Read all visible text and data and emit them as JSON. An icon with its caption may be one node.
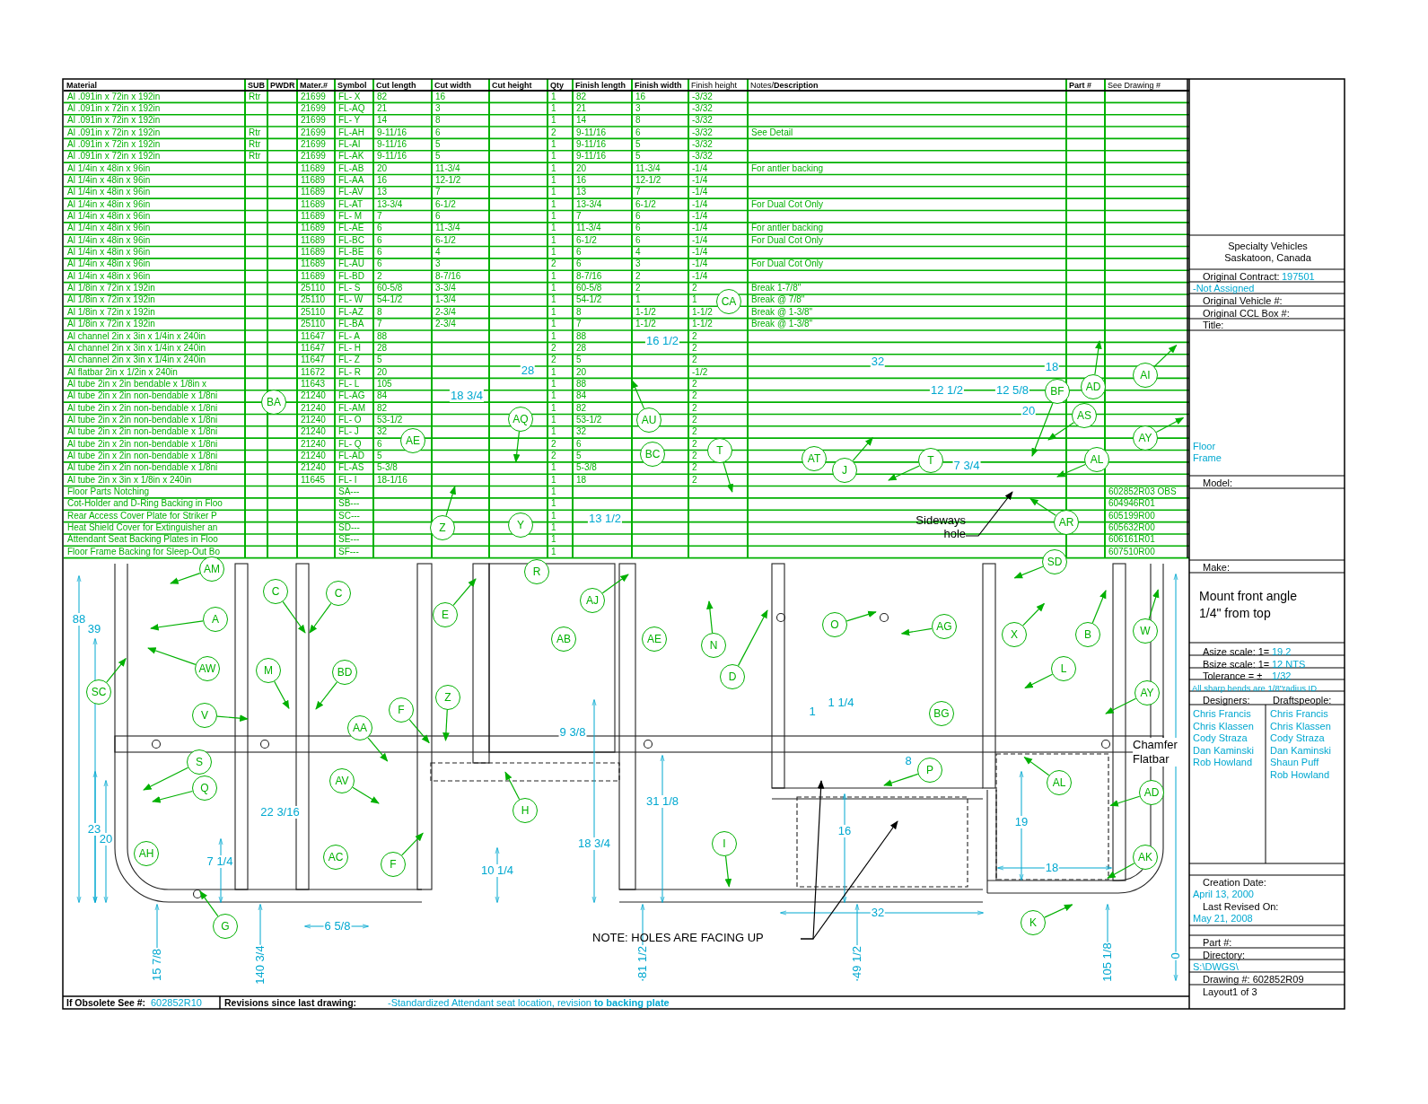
{
  "diagram": {
    "nodes": [
      {
        "text": [
          "CA"
        ]
      },
      {
        "text": [
          "BA"
        ]
      },
      {
        "text": [
          "BF"
        ]
      },
      {
        "text": [
          "AD"
        ]
      },
      {
        "text": [
          "AI"
        ]
      },
      {
        "text": [
          "AS"
        ]
      },
      {
        "text": [
          "AQ"
        ]
      },
      {
        "text": [
          "AU"
        ]
      },
      {
        "text": [
          "AY"
        ]
      },
      {
        "text": [
          "AE"
        ]
      },
      {
        "text": [
          "T"
        ]
      },
      {
        "text": [
          "BC"
        ]
      },
      {
        "text": [
          "AL"
        ]
      },
      {
        "text": [
          "AT"
        ]
      },
      {
        "text": [
          "T"
        ]
      },
      {
        "text": [
          "J"
        ]
      },
      {
        "text": [
          "Z"
        ]
      },
      {
        "text": [
          "Y"
        ]
      },
      {
        "text": [
          "AR"
        ]
      },
      {
        "text": [
          "Sideways hole"
        ]
      },
      {
        "text": [
          "SD"
        ]
      },
      {
        "text": [
          "R"
        ]
      },
      {
        "text": [
          "AM"
        ]
      },
      {
        "text": [
          "C"
        ]
      },
      {
        "text": [
          "C"
        ]
      },
      {
        "text": [
          "AJ"
        ]
      },
      {
        "text": [
          "E"
        ]
      },
      {
        "text": [
          "A"
        ]
      },
      {
        "text": [
          "O"
        ]
      },
      {
        "text": [
          "AG"
        ]
      },
      {
        "text": [
          "W"
        ]
      },
      {
        "text": [
          "X"
        ]
      },
      {
        "text": [
          "B"
        ]
      },
      {
        "text": [
          "AB"
        ]
      },
      {
        "text": [
          "AE"
        ]
      },
      {
        "text": [
          "N"
        ]
      },
      {
        "text": [
          "AW"
        ]
      },
      {
        "text": [
          "M"
        ]
      },
      {
        "text": [
          "BD"
        ]
      },
      {
        "text": [
          "D"
        ]
      },
      {
        "text": [
          "L"
        ]
      },
      {
        "text": [
          "AY"
        ]
      },
      {
        "text": [
          "SC"
        ]
      },
      {
        "text": [
          "Z"
        ]
      },
      {
        "text": [
          "F"
        ]
      },
      {
        "text": [
          "BG"
        ]
      },
      {
        "text": [
          "V"
        ]
      },
      {
        "text": [
          "AA"
        ]
      },
      {
        "text": [
          "S"
        ]
      },
      {
        "text": [
          "P"
        ]
      },
      {
        "text": [
          "AV"
        ]
      },
      {
        "text": [
          "AL"
        ]
      },
      {
        "text": [
          "Q"
        ]
      },
      {
        "text": [
          "AD"
        ]
      },
      {
        "text": [
          "H"
        ]
      },
      {
        "text": [
          "I"
        ]
      },
      {
        "text": [
          "AK"
        ]
      },
      {
        "text": [
          "AH"
        ]
      },
      {
        "text": [
          "AC"
        ]
      },
      {
        "text": [
          "F"
        ]
      },
      {
        "text": [
          "G"
        ]
      },
      {
        "text": [
          "K"
        ]
      },
      {
        "text": [
          "NOTE: HOLES ARE FACING UP"
        ]
      }
    ],
    "edges": [
      {
        "from": 2,
        "to": null,
        "arrow": "to"
      },
      {
        "from": 3,
        "to": null,
        "arrow": "to"
      },
      {
        "from": 4,
        "to": null,
        "arrow": "to"
      },
      {
        "from": 5,
        "to": null,
        "arrow": "to"
      },
      {
        "from": 6,
        "to": null,
        "arrow": "to"
      },
      {
        "from": 7,
        "to": null,
        "arrow": "to"
      },
      {
        "from": 8,
        "to": null,
        "arrow": "to"
      },
      {
        "from": 10,
        "to": null,
        "arrow": "to"
      },
      {
        "from": 12,
        "to": null,
        "arrow": "to"
      },
      {
        "from": 14,
        "to": null,
        "arrow": "to"
      },
      {
        "from": 15,
        "to": null,
        "arrow": "to"
      },
      {
        "from": 16,
        "to": null,
        "arrow": "to"
      },
      {
        "from": 18,
        "to": null,
        "arrow": "to"
      },
      {
        "from": 19,
        "to": null,
        "arrow": "to",
        "color": "#000000"
      },
      {
        "from": 20,
        "to": null,
        "arrow": "to"
      },
      {
        "from": 22,
        "to": null,
        "arrow": "to"
      },
      {
        "from": 23,
        "to": null,
        "arrow": "to"
      },
      {
        "from": 24,
        "to": null,
        "arrow": "to"
      },
      {
        "from": 25,
        "to": null,
        "arrow": "to"
      },
      {
        "from": 26,
        "to": null,
        "arrow": "to"
      },
      {
        "from": 27,
        "to": null,
        "arrow": "to"
      },
      {
        "from": 28,
        "to": null,
        "arrow": "to"
      },
      {
        "from": 29,
        "to": null,
        "arrow": "to"
      },
      {
        "from": 30,
        "to": null,
        "arrow": "to"
      },
      {
        "from": 31,
        "to": null,
        "arrow": "to"
      },
      {
        "from": 32,
        "to": null,
        "arrow": "to"
      },
      {
        "from": 35,
        "to": null,
        "arrow": "to"
      },
      {
        "from": 36,
        "to": null,
        "arrow": "to"
      },
      {
        "from": 37,
        "to": null,
        "arrow": "to"
      },
      {
        "from": 38,
        "to": null,
        "arrow": "to"
      },
      {
        "from": 39,
        "to": null,
        "arrow": "to"
      },
      {
        "from": 40,
        "to": null,
        "arrow": "to"
      },
      {
        "from": 41,
        "to": null,
        "arrow": "to"
      },
      {
        "from": 42,
        "to": null,
        "arrow": "to"
      },
      {
        "from": 43,
        "to": null,
        "arrow": "to"
      },
      {
        "from": 44,
        "to": null,
        "arrow": "to"
      },
      {
        "from": 46,
        "to": null,
        "arrow": "to"
      },
      {
        "from": 47,
        "to": null,
        "arrow": "to"
      },
      {
        "from": 48,
        "to": null,
        "arrow": "to"
      },
      {
        "from": 49,
        "to": null,
        "arrow": "to"
      },
      {
        "from": 50,
        "to": null,
        "arrow": "to"
      },
      {
        "from": 51,
        "to": null,
        "arrow": "to"
      },
      {
        "from": 52,
        "to": null,
        "arrow": "to"
      },
      {
        "from": 53,
        "to": null,
        "arrow": "to"
      },
      {
        "from": 54,
        "to": null,
        "arrow": "to"
      },
      {
        "from": 55,
        "to": null,
        "arrow": "to"
      },
      {
        "from": 56,
        "to": null,
        "arrow": "to"
      },
      {
        "from": 59,
        "to": null,
        "arrow": "to"
      },
      {
        "from": 60,
        "to": null,
        "arrow": "to"
      },
      {
        "from": 61,
        "to": null,
        "arrow": "to"
      },
      {
        "from": 62,
        "to": null,
        "arrow": "to",
        "color": "#000000"
      },
      {
        "from": 62,
        "to": null,
        "arrow": "to",
        "color": "#000000"
      }
    ],
    "labels": [
      "Material",
      "SUB",
      "PWDR",
      "Mater.#",
      "Symbol",
      "Cut length",
      "Cut width",
      "Cut height",
      "Qty",
      "Finish length",
      "Finish width",
      "Finish height",
      "Notes/**Description**",
      "Part #",
      "See Drawing #",
      "Al .091in x 72in x 192in",
      "Rtr",
      "21699",
      "FL- X",
      "82",
      "16",
      "1",
      "82",
      "16",
      "-3/32",
      "Al .091in x 72in x 192in",
      "21699",
      "FL-AQ",
      "21",
      "3",
      "1",
      "21",
      "3",
      "-3/32",
      "Al .091in x 72in x 192in",
      "21699",
      "FL- Y",
      "14",
      "8",
      "1",
      "14",
      "8",
      "-3/32",
      "Al .091in x 72in x 192in",
      "Rtr",
      "21699",
      "FL-AH",
      "9-11/16",
      "6",
      "2",
      "9-11/16",
      "6",
      "-3/32",
      "See Detail",
      "Al .091in x 72in x 192in",
      "Rtr",
      "21699",
      "FL-AI",
      "9-11/16",
      "5",
      "1",
      "9-11/16",
      "5",
      "-3/32",
      "Al .091in x 72in x 192in",
      "Rtr",
      "21699",
      "FL-AK",
      "9-11/16",
      "5",
      "1",
      "9-11/16",
      "5",
      "-3/32",
      "Al 1/4in x 48in x 96in",
      "11689",
      "FL-AB",
      "20",
      "11-3/4",
      "1",
      "20",
      "11-3/4",
      "-1/4",
      "For antler backing",
      "Al 1/4in x 48in x 96in",
      "11689",
      "FL-AA",
      "16",
      "12-1/2",
      "1",
      "16",
      "12-1/2",
      "-1/4",
      "Al 1/4in x 48in x 96in",
      "11689",
      "FL-AV",
      "13",
      "7",
      "1",
      "13",
      "7",
      "-1/4",
      "Al 1/4in x 48in x 96in",
      "11689",
      "FL-AT",
      "13-3/4",
      "6-1/2",
      "1",
      "13-3/4",
      "6-1/2",
      "-1/4",
      "For Dual Cot Only",
      "Al 1/4in x 48in x 96in",
      "11689",
      "FL- M",
      "7",
      "6",
      "1",
      "7",
      "6",
      "-1/4",
      "Al 1/4in x 48in x 96in",
      "11689",
      "FL-AE",
      "6",
      "11-3/4",
      "1",
      "11-3/4",
      "6",
      "-1/4",
      "For antler backing",
      "Al 1/4in x 48in x 96in",
      "11689",
      "FL-BC",
      "6",
      "6-1/2",
      "1",
      "6-1/2",
      "6",
      "-1/4",
      "For Dual Cot Only",
      "Al 1/4in x 48in x 96in",
      "11689",
      "FL-BE",
      "6",
      "4",
      "1",
      "6",
      "4",
      "-1/4",
      "Al 1/4in x 48in x 96in",
      "11689",
      "FL-AU",
      "6",
      "3",
      "2",
      "6",
      "3",
      "-1/4",
      "For Dual Cot Only",
      "Al 1/4in x 48in x 96in",
      "11689",
      "FL-BD",
      "2",
      "8-7/16",
      "1",
      "8-7/16",
      "2",
      "-1/4",
      "Al 1/8in x 72in x 192in",
      "25110",
      "FL- S",
      "60-5/8",
      "3-3/4",
      "1",
      "60-5/8",
      "2",
      "2",
      "Break 1-7/8\"",
      "Al 1/8in x 72in x 192in",
      "25110",
      "FL- W",
      "54-1/2",
      "1-3/4",
      "1",
      "54-1/2",
      "1",
      "1",
      "Break @ 7/8\"",
      "Al 1/8in x 72in x 192in",
      "25110",
      "FL-AZ",
      "8",
      "2-3/4",
      "1",
      "8",
      "1-1/2",
      "1-1/2",
      "Break @ 1-3/8\"",
      "Al 1/8in x 72in x 192in",
      "25110",
      "FL-BA",
      "7",
      "2-3/4",
      "1",
      "7",
      "1-1/2",
      "1-1/2",
      "Break @ 1-3/8\"",
      "Al channel 2in x 3in x 1/4in x 240in",
      "11647",
      "FL- A",
      "88",
      "1",
      "88",
      "2",
      "Al channel 2in x 3in x 1/4in x 240in",
      "11647",
      "FL- H",
      "28",
      "2",
      "28",
      "2",
      "Al channel 2in x 3in x 1/4in x 240in",
      "11647",
      "FL- Z",
      "5",
      "2",
      "5",
      "2",
      "Al flatbar 2in x 1/2in x 240in",
      "11672",
      "FL- R",
      "20",
      "1",
      "20",
      "-1/2",
      "Al tube 2in x 2in bendable x 1/8in x",
      "11643",
      "FL- L",
      "105",
      "1",
      "88",
      "2",
      "Al tube 2in x 2in non-bendable x 1/8ni",
      "21240",
      "FL-AG",
      "84",
      "1",
      "84",
      "2",
      "Al tube 2in x 2in non-bendable x 1/8ni",
      "21240",
      "FL-AM",
      "82",
      "1",
      "82",
      "2",
      "Al tube 2in x 2in non-bendable x 1/8ni",
      "21240",
      "FL- O",
      "53-1/2",
      "1",
      "53-1/2",
      "2",
      "Al tube 2in x 2in non-bendable x 1/8ni",
      "21240",
      "FL- J",
      "32",
      "1",
      "32",
      "2",
      "Al tube 2in x 2in non-bendable x 1/8ni",
      "21240",
      "FL- Q",
      "6",
      "2",
      "6",
      "2",
      "Al tube 2in x 2in non-bendable x 1/8ni",
      "21240",
      "FL-AD",
      "5",
      "2",
      "5",
      "2",
      "Al tube 2in x 2in non-bendable x 1/8ni",
      "21240",
      "FL-AS",
      "5-3/8",
      "1",
      "5-3/8",
      "2",
      "Al tube 2in x 3in x 1/8in x 240in",
      "11645",
      "FL- I",
      "18-1/16",
      "1",
      "18",
      "2",
      "Floor Parts Notching",
      "SA---",
      "1",
      "602852R03 OBS",
      "Cot-Holder and D-Ring Backing in Floo",
      "SB---",
      "1",
      "604946R01",
      "Rear Access Cover Plate for Striker P",
      "SC---",
      "1",
      "605199R00",
      "Heat Shield Cover for Extinguisher an",
      "SD---",
      "1",
      "605632R00",
      "Attendant Seat Backing Plates in Floo",
      "SE---",
      "1",
      "606161R01",
      "Floor Frame Backing for Sleep-Out Bo",
      "SF---",
      "1",
      "607510R00",
      "Specialty Vehicles",
      "Saskatoon, Canada",
      "Original Contract:",
      "197501",
      "-Not Assigned",
      "Original Vehicle #:",
      "Original CCL Box #:",
      "Title:",
      "Floor Frame",
      "Model:",
      "Make:",
      "Mount front angle 1/4\" from top",
      "Asize scale: 1=",
      "19.2",
      "Bsize scale: 1=",
      "12 NTS",
      "Tolerance = ±",
      "1/32",
      "All sharp bends are 1/8\"radius ID",
      "Designers:",
      "Draftspeople:",
      "Chris Francis",
      "Chris Klassen",
      "Cody Straza",
      "Dan Kaminski",
      "Rob Howland",
      "Chris Francis",
      "Chris Klassen",
      "Cody Straza",
      "Dan Kaminski",
      "Shaun Puff",
      "Rob Howland",
      "Creation Date:",
      "April 13, 2000",
      "Last Revised On:",
      "May 21, 2008",
      "Part #:",
      "Directory:",
      "S:\\DWGS\\",
      "Drawing #: 602852R09",
      "Layout1 of 3",
      "If Obsolete See #:",
      "602852R10",
      "Revisions since last drawing:",
      "-Standardized Attendant seat location, revision **to backing plate**",
      "Chamfer Flatbar",
      "88",
      "39",
      "23",
      "20",
      "7 1/4",
      "22 3/16",
      "6 5/8",
      "15 7/8",
      "140 3/4",
      "10 1/4",
      "18 3/4",
      "31 1/8",
      "9 3/8",
      "1 1/4",
      "1",
      "16",
      "19",
      "18",
      "32",
      "8",
      "81 1/2",
      "49 1/2",
      "105 1/8",
      "0",
      "28",
      "16 1/2",
      "32",
      "18",
      "12 1/2",
      "12 5/8",
      "20",
      "7 3/4",
      "13 1/2",
      "18 3/4"
    ]
  }
}
